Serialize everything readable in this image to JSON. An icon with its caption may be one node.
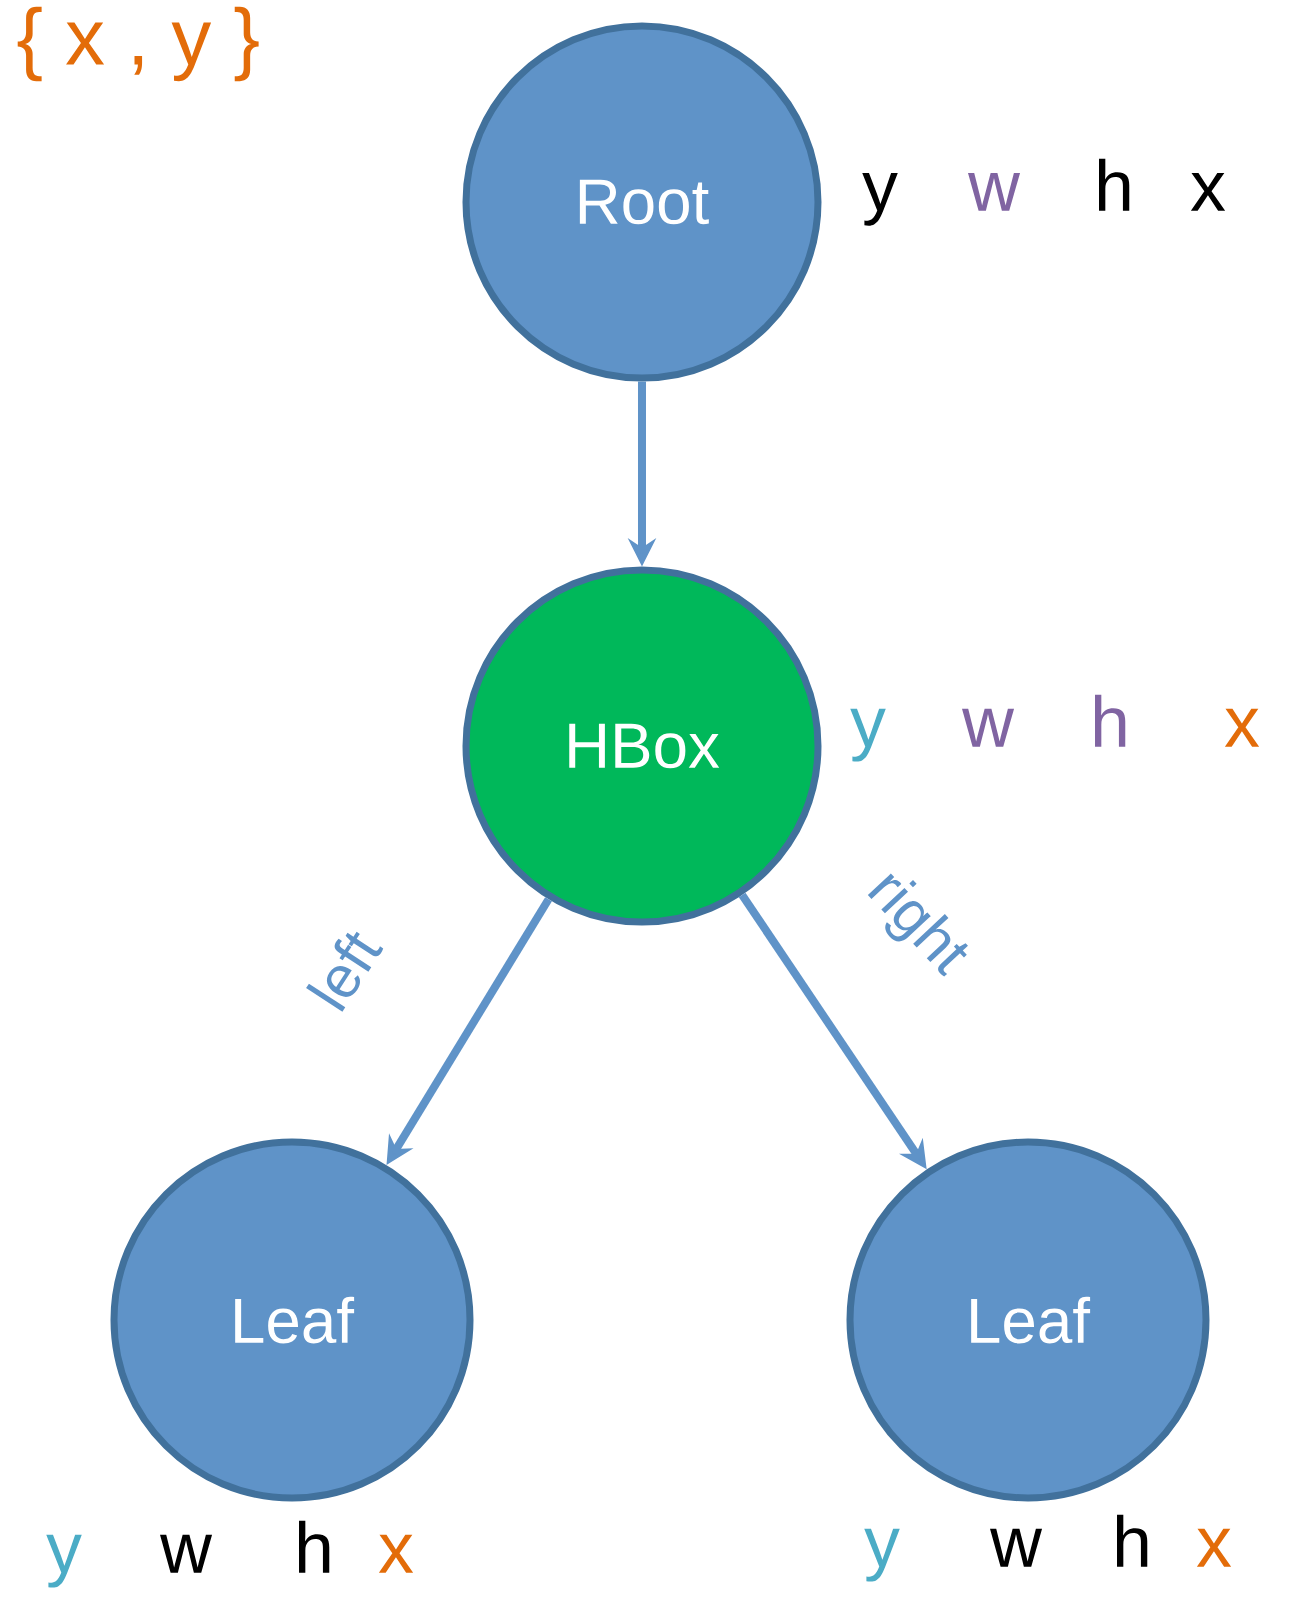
{
  "diagram": {
    "nodes": [
      {
        "text": [
          "Root"
        ],
        "beside": [
          "y",
          "w",
          "h",
          "x"
        ]
      },
      {
        "text": [
          "HBox"
        ],
        "beside": [
          "y",
          "w",
          "h",
          "x"
        ]
      },
      {
        "text": [
          "Leaf"
        ],
        "beside": [
          "y",
          "w",
          "h",
          "x"
        ]
      },
      {
        "text": [
          "Leaf"
        ],
        "beside": [
          "y",
          "w",
          "h",
          "x"
        ]
      }
    ],
    "edges": [
      {
        "from": 0,
        "to": 1,
        "arrow": "to"
      },
      {
        "from": 1,
        "to": 2,
        "arrow": "to",
        "label": "left"
      },
      {
        "from": 1,
        "to": 3,
        "arrow": "to",
        "label": "right"
      }
    ],
    "labels": [
      "{ x , y }"
    ]
  }
}
